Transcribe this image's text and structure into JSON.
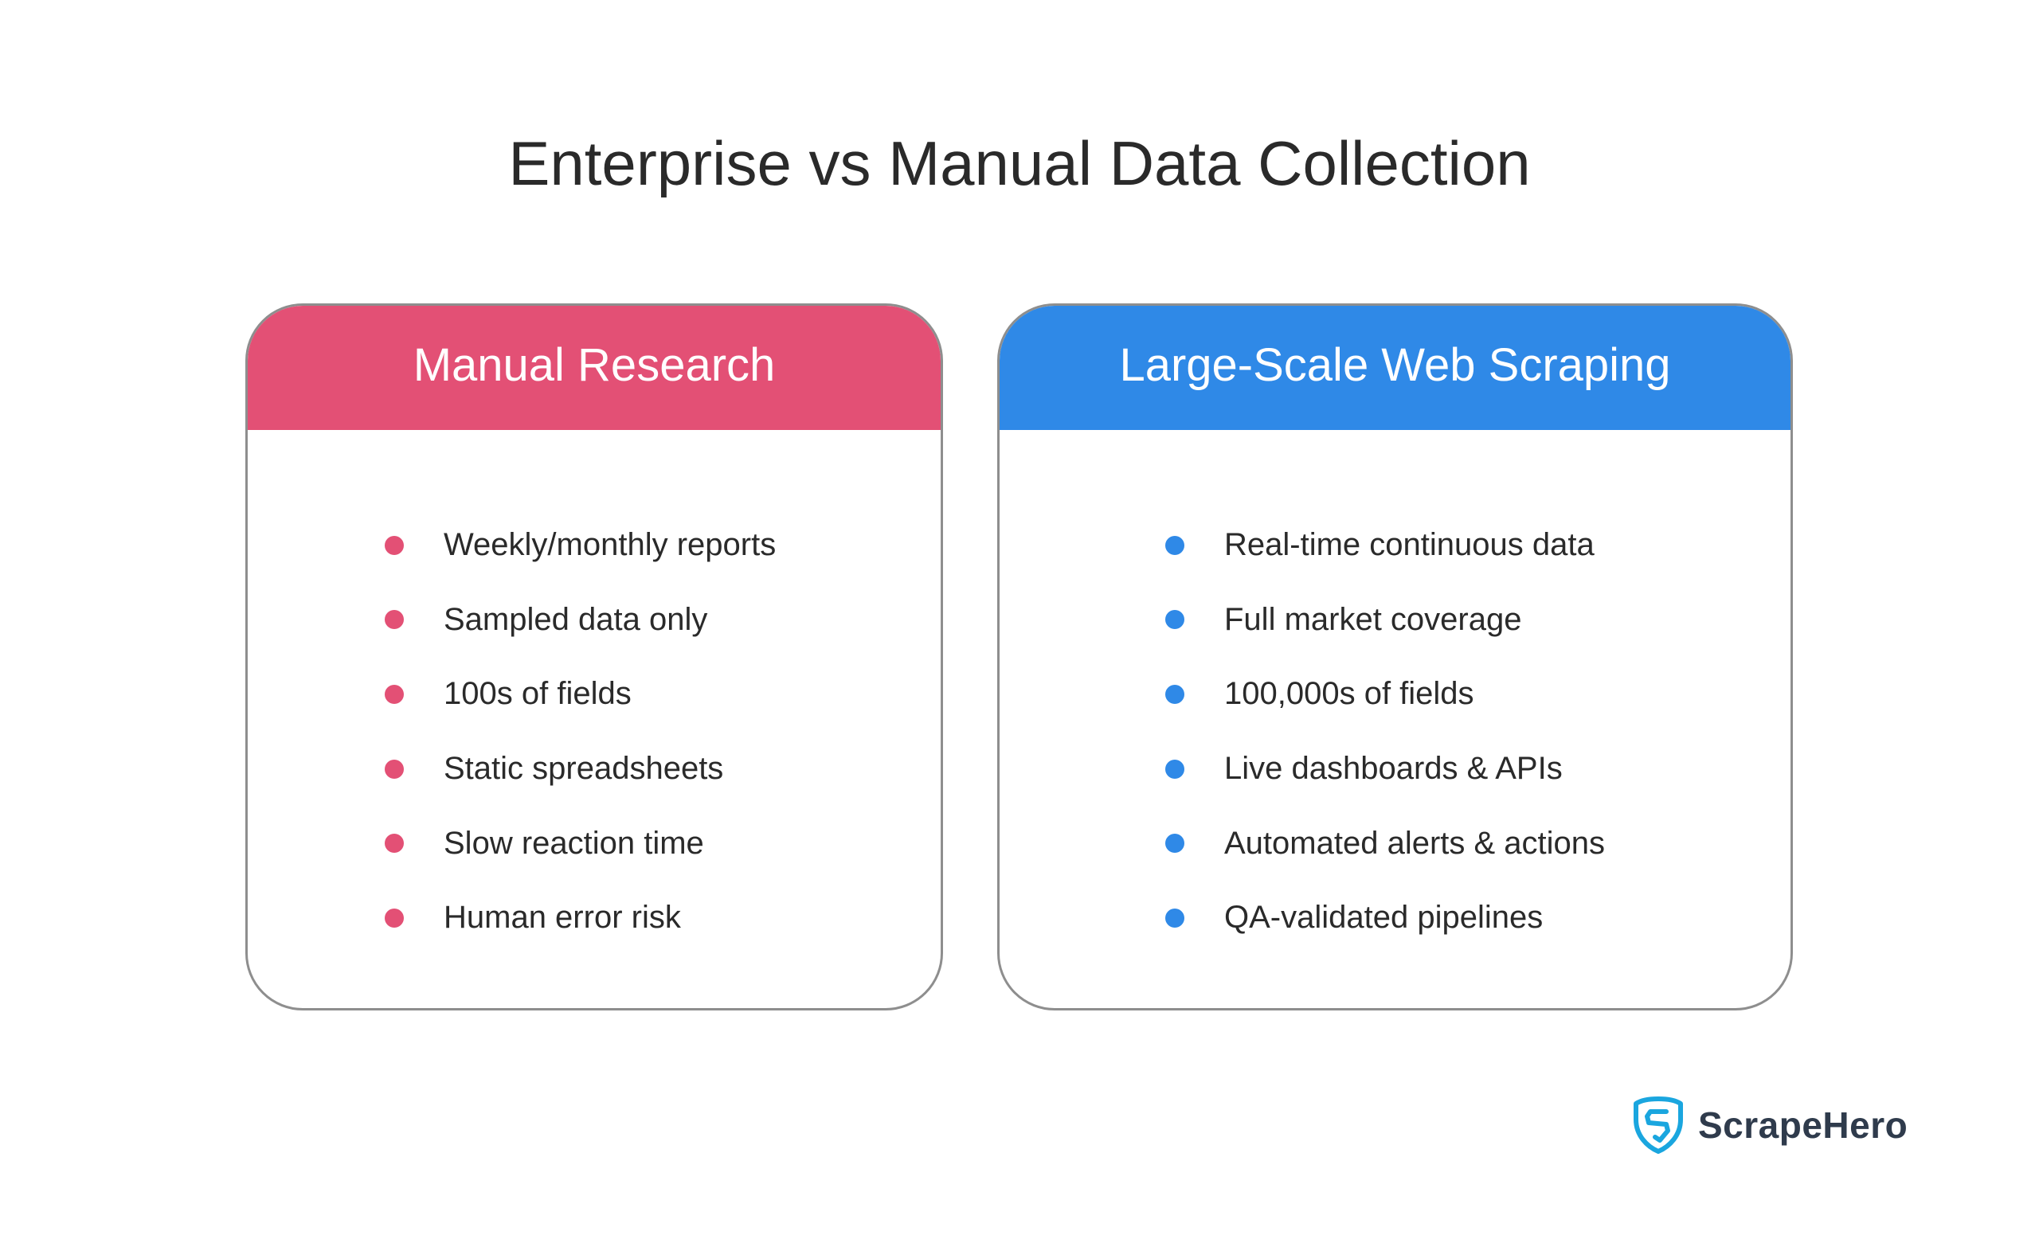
{
  "title": "Enterprise vs Manual Data Collection",
  "colors": {
    "manual_accent": "#e35075",
    "scrape_accent": "#2f89e7",
    "border": "#8e8e8e",
    "text": "#2a2a2a",
    "logo_icon": "#1aa6df",
    "logo_text": "#2f3b4c"
  },
  "cards": [
    {
      "heading": "Manual Research",
      "items": [
        "Weekly/monthly reports",
        "Sampled data only",
        "100s of fields",
        "Static spreadsheets",
        "Slow reaction time",
        "Human error risk"
      ]
    },
    {
      "heading": "Large-Scale Web Scraping",
      "items": [
        "Real-time continuous data",
        "Full market coverage",
        "100,000s of fields",
        "Live dashboards & APIs",
        "Automated alerts & actions",
        "QA-validated pipelines"
      ]
    }
  ],
  "logo": {
    "icon": "shield-s-icon",
    "text": "ScrapeHero"
  }
}
